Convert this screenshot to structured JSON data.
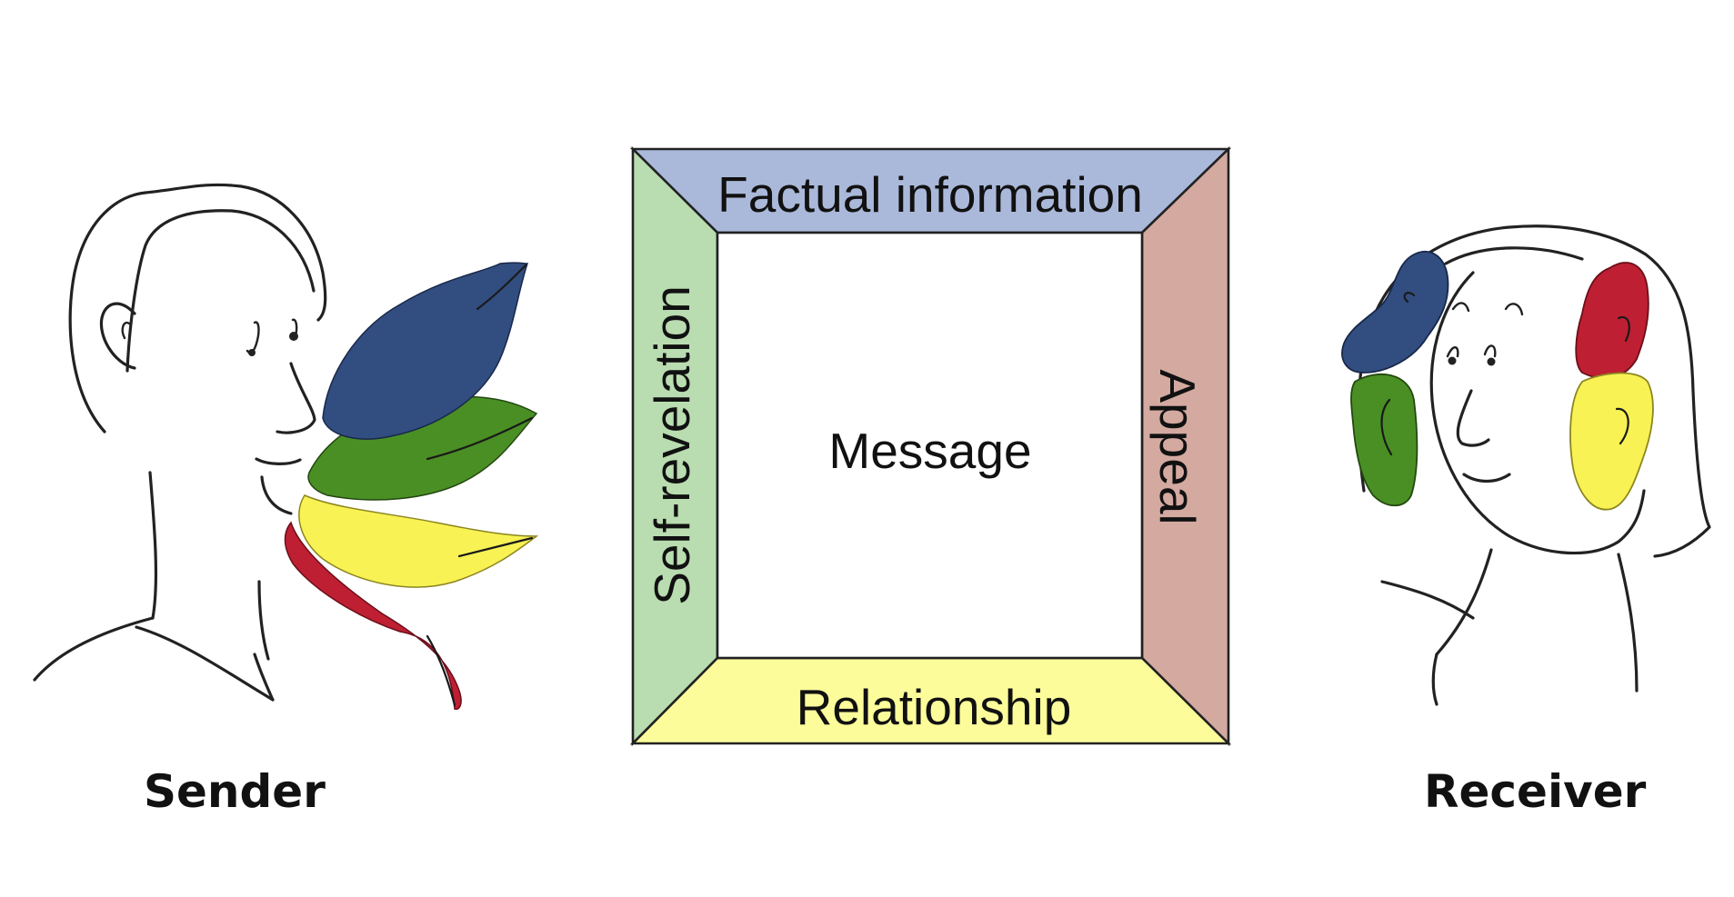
{
  "sender": {
    "label": "Sender"
  },
  "receiver": {
    "label": "Receiver"
  },
  "square": {
    "center": "Message",
    "top": "Factual information",
    "left": "Self-revelation",
    "right": "Appeal",
    "bottom": "Relationship"
  },
  "colors": {
    "factual": "#aab9da",
    "self_revelation": "#b9dcb0",
    "appeal": "#d3a9a0",
    "relationship": "#fdfc9b",
    "leaf_blue": "#324d7f",
    "leaf_green": "#4a8f24",
    "leaf_yellow": "#f8f254",
    "leaf_red": "#bf1f32"
  },
  "icons": {
    "sender": "sender-face-icon",
    "receiver": "receiver-face-icon"
  }
}
